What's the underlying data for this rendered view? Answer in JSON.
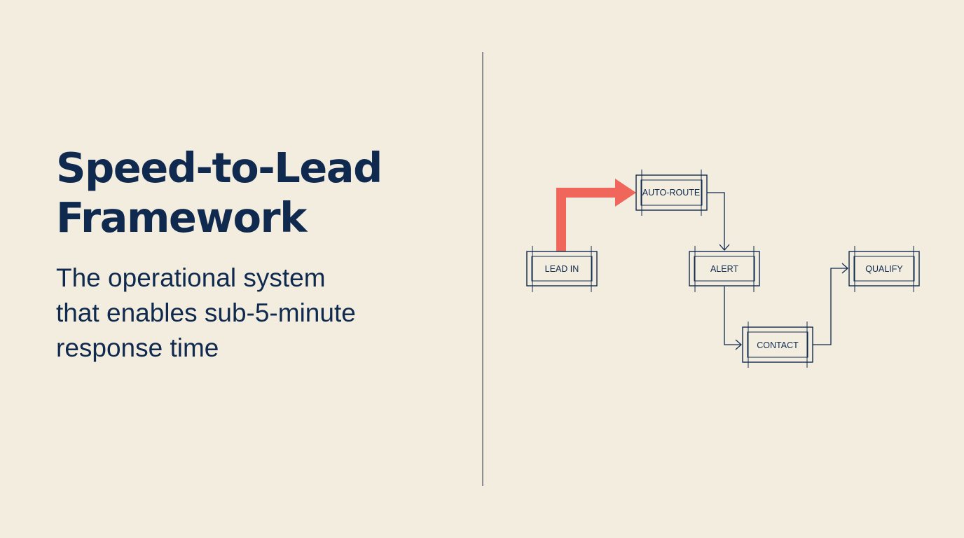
{
  "title": {
    "line1": "Speed-to-Lead",
    "line2": "Framework"
  },
  "subtitle": {
    "line1": "The operational system",
    "line2": "that enables sub-5-minute",
    "line3": "response time"
  },
  "diagram": {
    "nodes": {
      "lead_in": "LEAD IN",
      "auto_route": "AUTO-ROUTE",
      "alert": "ALERT",
      "contact": "CONTACT",
      "qualify": "QUALIFY"
    },
    "colors": {
      "ink": "#0f2a4e",
      "highlight_arrow": "#f1665a",
      "background": "#f3ede0",
      "divider": "#8f8f8f"
    }
  }
}
